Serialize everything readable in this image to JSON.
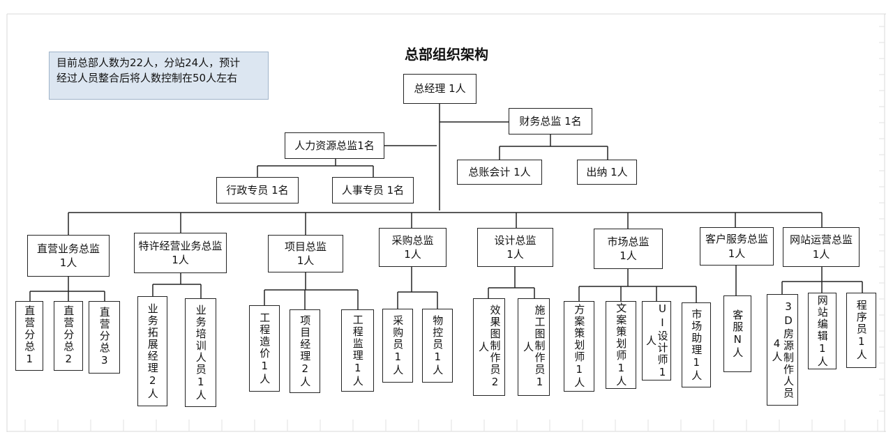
{
  "title": "总部组织架构",
  "note": {
    "line1": "目前总部人数为22人，分站24人，预计",
    "line2": "经过人员整合后将人数控制在50人左右"
  },
  "top": {
    "ceo": "总经理 1人",
    "cfo": "财务总监 1名",
    "hr": "人力资源总监1名",
    "accountant": "总账会计 1人",
    "cashier": "出纳 1人",
    "admin": "行政专员 1名",
    "personnel": "人事专员 1名"
  },
  "departments": [
    {
      "title": "直营业务总监",
      "count": "1人",
      "children": [
        "直营分总1",
        "直营分总2",
        "直营分总3"
      ]
    },
    {
      "title": "特许经营业务总监",
      "count": "1人",
      "children": [
        "业务拓展经理2人",
        "业务培训人员1人"
      ]
    },
    {
      "title": "项目总监",
      "count": "1人",
      "children": [
        "工程造价1人",
        "项目经理2人",
        "工程监理1人"
      ]
    },
    {
      "title": "采购总监",
      "count": "1人",
      "children": [
        "采购员1人",
        "物控员1人"
      ]
    },
    {
      "title": "设计总监",
      "count": "1人",
      "children": [
        "效果图制作员2人",
        "施工图制作员1人"
      ]
    },
    {
      "title": "市场总监",
      "count": "1人",
      "children": [
        "方案策划师1人",
        "文案策划师1人",
        "UI设计师1人",
        "市场助理1人"
      ]
    },
    {
      "title": "客户服务总监",
      "count": "1人",
      "children": [
        "客服N人"
      ]
    },
    {
      "title": "网站运营总监",
      "count": "1人",
      "children": [
        "3D房源制作人员4人",
        "网站编辑1人",
        "程序员1人"
      ]
    }
  ]
}
